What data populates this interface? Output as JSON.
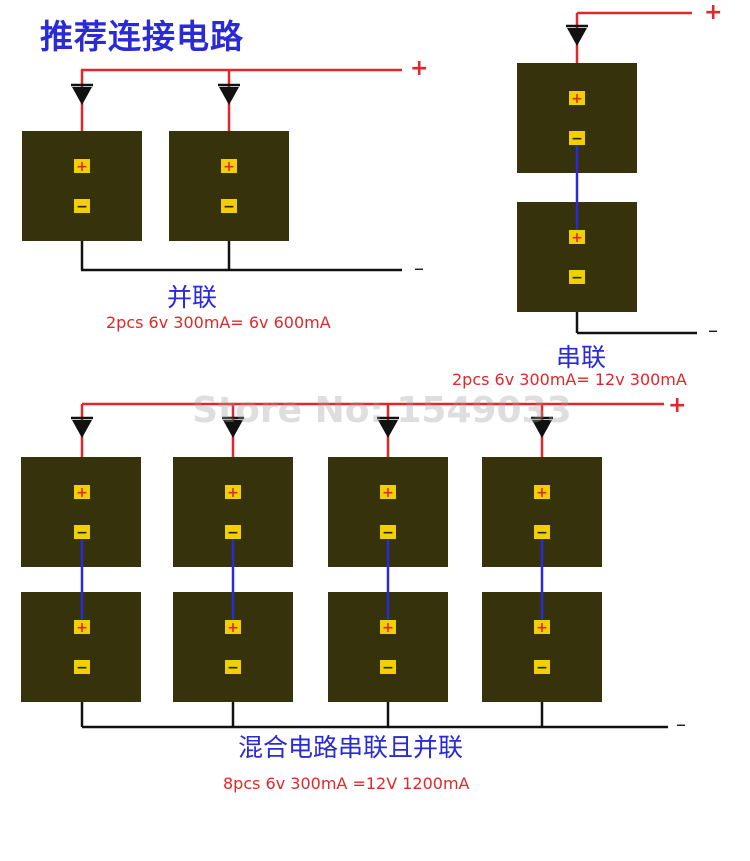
{
  "title": "推荐连接电路",
  "watermark": "Store No: 1549033",
  "colors": {
    "panel": "#36330c",
    "terminal": "#f2d000",
    "positive_wire": "#e0282a",
    "link_wire": "#2a2ad6",
    "negative_wire": "#111111"
  },
  "terminals": {
    "positive": "+",
    "negative": "−"
  },
  "parallel": {
    "caption": "并联",
    "spec": "2pcs  6v  300mA=  6v  600mA",
    "plus": "+",
    "minus": "–"
  },
  "series": {
    "caption": "串联",
    "spec": "2pcs  6v  300mA=  12v  300mA",
    "plus": "+",
    "minus": "–"
  },
  "mixed": {
    "caption": "混合电路串联且并联",
    "spec": "8pcs  6v  300mA  =12V  1200mA",
    "plus": "+",
    "minus": "–"
  }
}
